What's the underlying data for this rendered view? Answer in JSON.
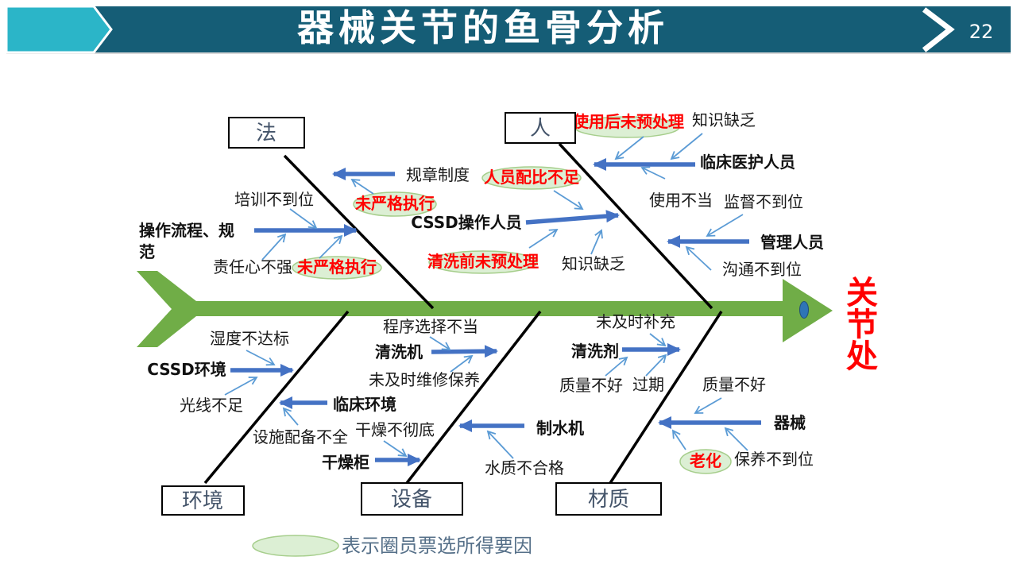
{
  "slide": {
    "title": "器械关节的鱼骨分析",
    "page_number": "22"
  },
  "colors": {
    "header_bar": "#155d76",
    "header_chevron": "#2bb5c8",
    "spine_green": "#70ad47",
    "thick_arrow_blue": "#4472c4",
    "thin_arrow_blue": "#5b9bd5",
    "highlight_red": "#ff0000",
    "highlight_ellipse_fill": "#dcefd4",
    "highlight_ellipse_border": "#a6ce8c",
    "category_text": "#44546a"
  },
  "fishbone": {
    "effect_chars": [
      "关",
      "节",
      "处"
    ],
    "categories": {
      "law": "法",
      "people": "人",
      "environment": "环境",
      "equipment": "设备",
      "material": "材质"
    },
    "law": {
      "regulations": "规章制度",
      "not_strictly_enforced_1": "未严格执行",
      "training_inadequate": "培训不到位",
      "procedure_line1": "操作流程、规",
      "procedure_line2": "范",
      "responsibility_weak": "责任心不强",
      "not_strictly_enforced_2": "未严格执行"
    },
    "people": {
      "no_pretreatment_after_use": "使用后未预处理",
      "knowledge_lack_1": "知识缺乏",
      "clinical_staff": "临床医护人员",
      "staff_ratio_insufficient": "人员配比不足",
      "improper_use": "使用不当",
      "supervision_inadequate": "监督不到位",
      "cssd_operators": "CSSD操作人员",
      "no_pretreatment_before_cleaning": "清洗前未预处理",
      "knowledge_lack_2": "知识缺乏",
      "managers": "管理人员",
      "communication_inadequate": "沟通不到位"
    },
    "environment": {
      "humidity_substandard": "湿度不达标",
      "cssd_environment": "CSSD环境",
      "insufficient_light": "光线不足",
      "clinical_environment": "临床环境",
      "facilities_incomplete": "设施配备不全",
      "drying_incomplete": "干燥不彻底",
      "drying_cabinet": "干燥柜"
    },
    "equipment": {
      "program_improper": "程序选择不当",
      "washer": "清洗机",
      "maintenance_untimely": "未及时维修保养",
      "water_machine": "制水机",
      "water_quality_unqualified": "水质不合格"
    },
    "material": {
      "refill_untimely": "未及时补充",
      "detergent": "清洗剂",
      "quality_bad_1": "质量不好",
      "expired": "过期",
      "quality_bad_2": "质量不好",
      "instruments": "器械",
      "aging": "老化",
      "maintenance_inadequate": "保养不到位"
    },
    "legend": "表示圈员票选所得要因"
  }
}
